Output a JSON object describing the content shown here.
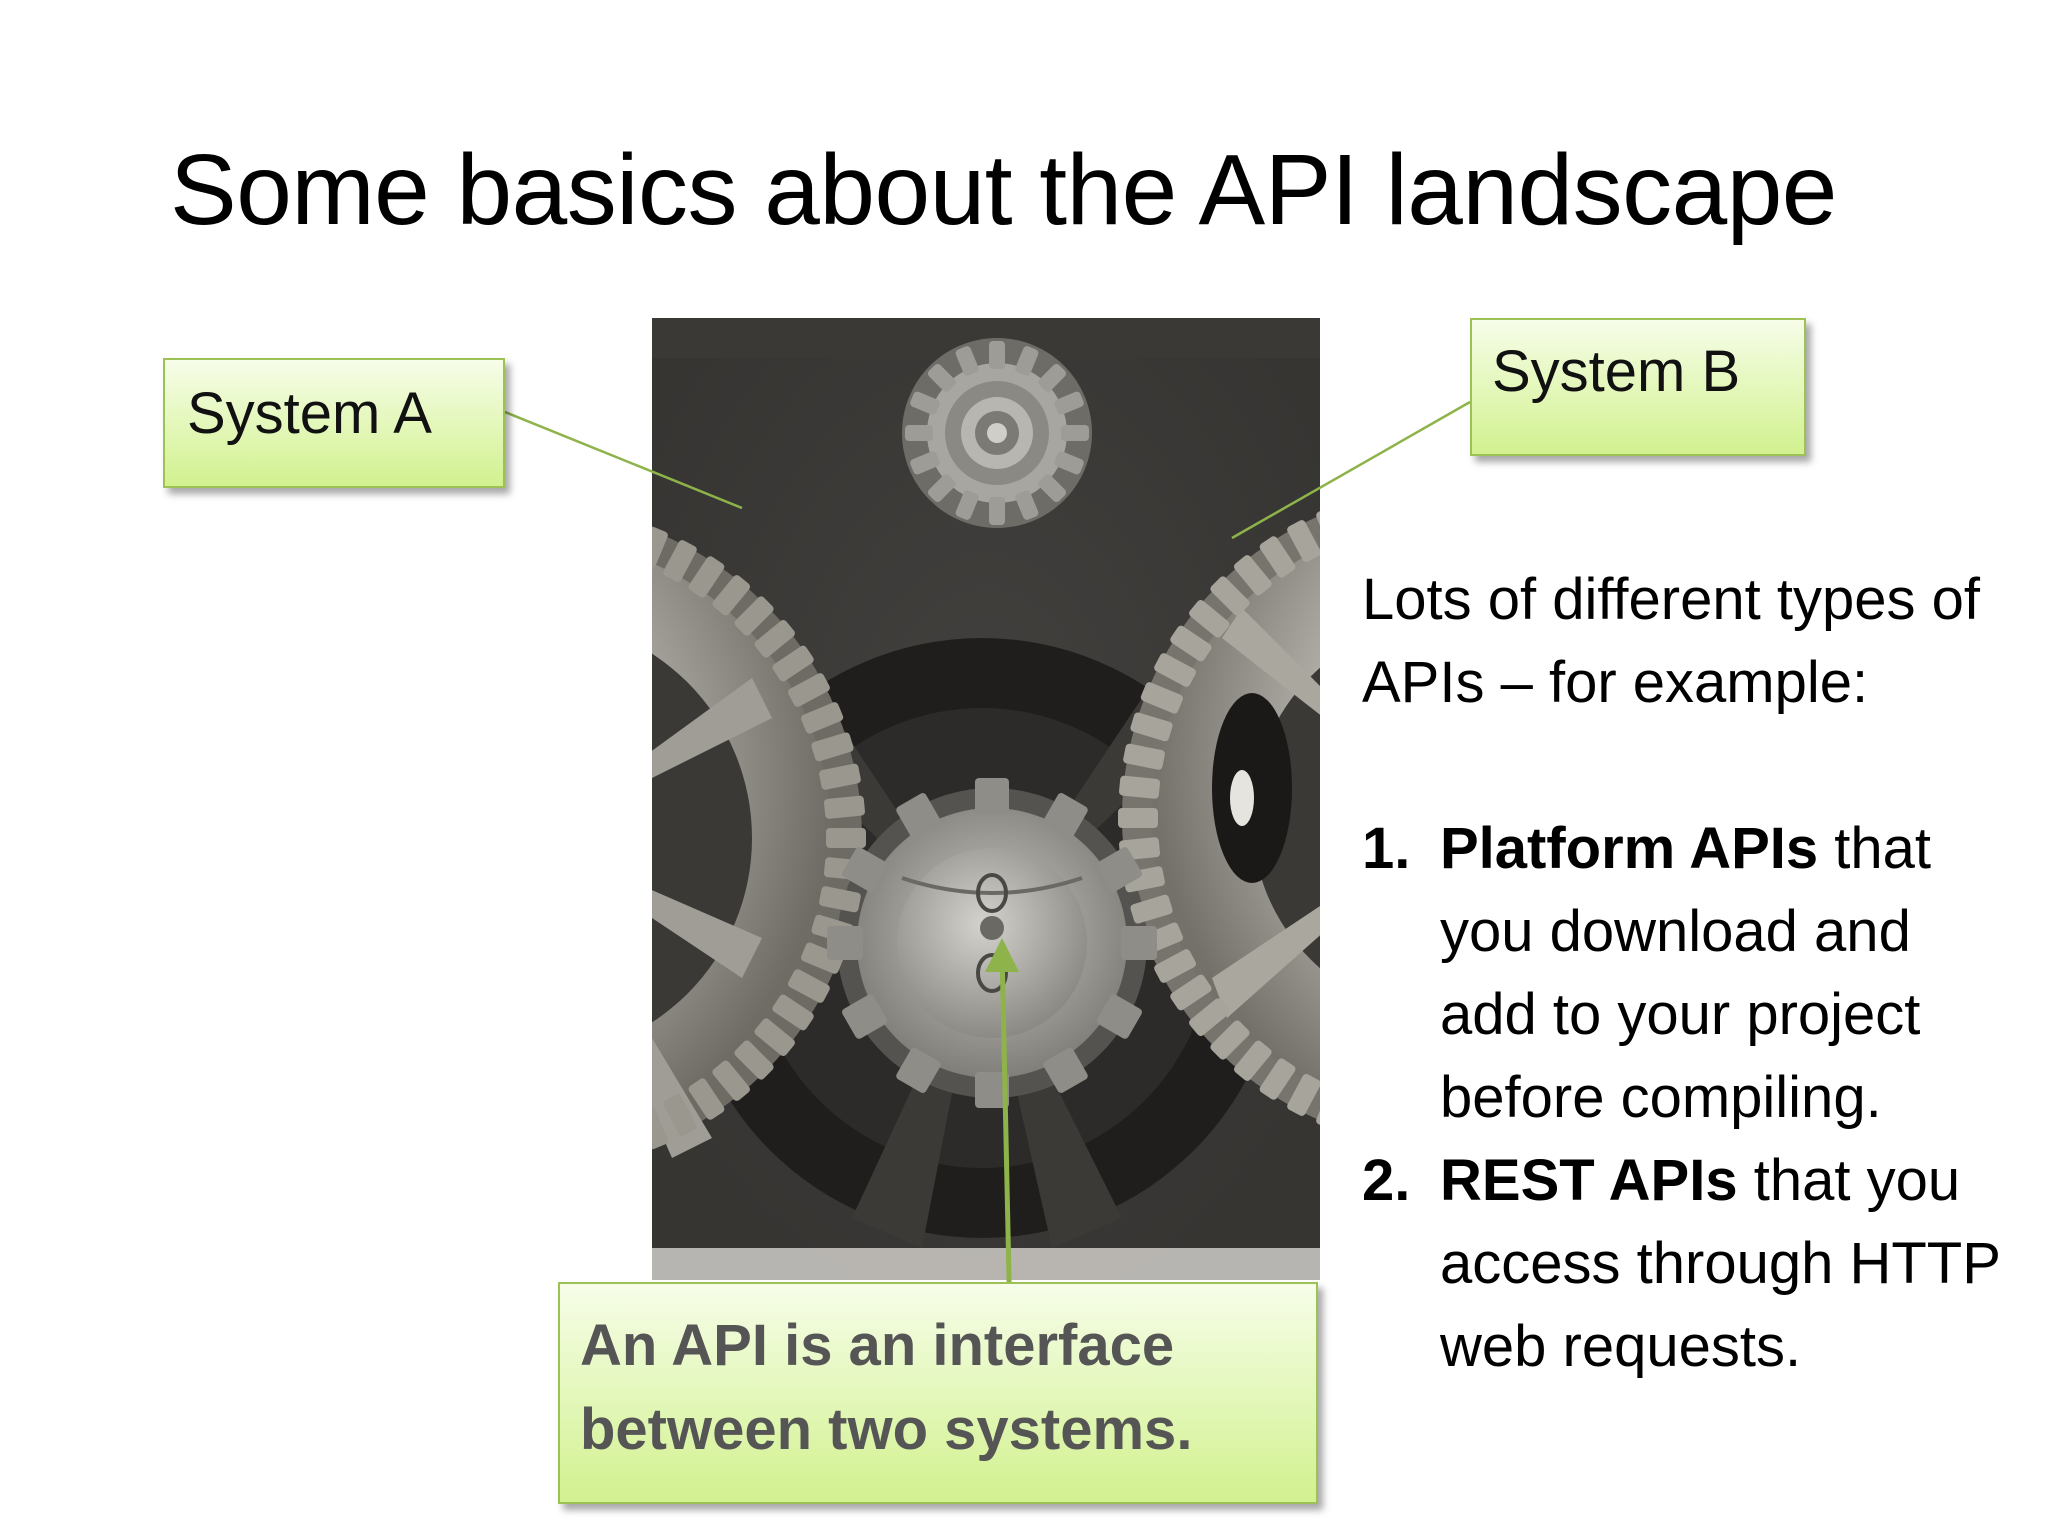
{
  "slide": {
    "title": "Some basics about the API landscape",
    "callouts": {
      "system_a": "System A",
      "system_b": "System B",
      "api_line1": "An API is an interface",
      "api_line2": "between two systems."
    },
    "side": {
      "intro": "Lots of different types of APIs – for example:",
      "items": [
        {
          "number": "1.",
          "bold": "Platform APIs",
          "rest": " that you download and add to your project before compiling."
        },
        {
          "number": "2.",
          "bold": "REST APIs",
          "rest": " that you access through HTTP web requests."
        }
      ]
    },
    "colors": {
      "callout_fill": "#e2f7b7",
      "callout_border": "#9cc256",
      "connector": "#8db34a"
    },
    "image": "gears-photo"
  }
}
